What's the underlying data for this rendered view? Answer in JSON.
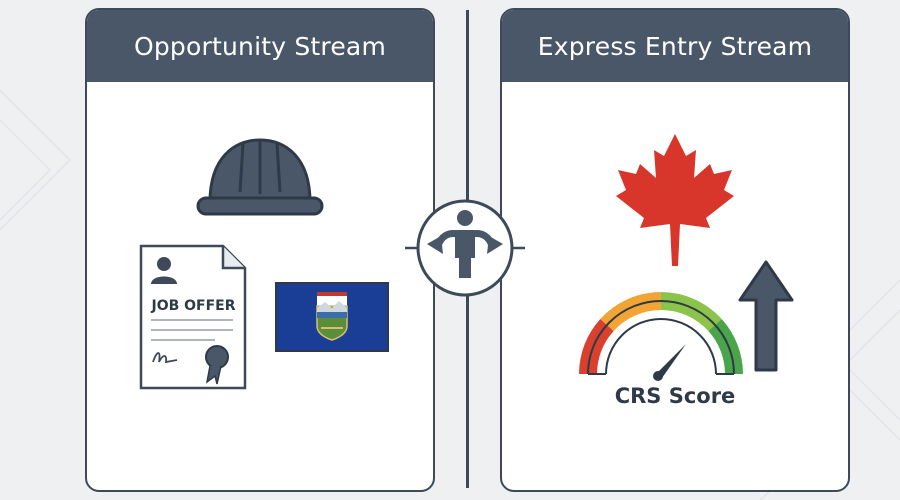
{
  "left_panel": {
    "title": "Opportunity Stream",
    "job_offer_label": "JOB OFFER",
    "icons": [
      "hard-hat-icon",
      "job-offer-certificate-icon",
      "alberta-flag-icon"
    ]
  },
  "right_panel": {
    "title": "Express Entry Stream",
    "crs_label": "CRS Score",
    "icons": [
      "maple-leaf-icon",
      "score-gauge-icon",
      "arrow-up-icon"
    ]
  },
  "center": {
    "icons": [
      "person-crossroads-icon"
    ]
  },
  "colors": {
    "header": "#4a5769",
    "outline": "#3e4a59",
    "maple": "#d8362b",
    "flag_blue": "#1a3e95",
    "gauge_red": "#d9412d",
    "gauge_orange": "#f2a534",
    "gauge_light_green": "#8cc34a",
    "gauge_green": "#4aa44a"
  }
}
